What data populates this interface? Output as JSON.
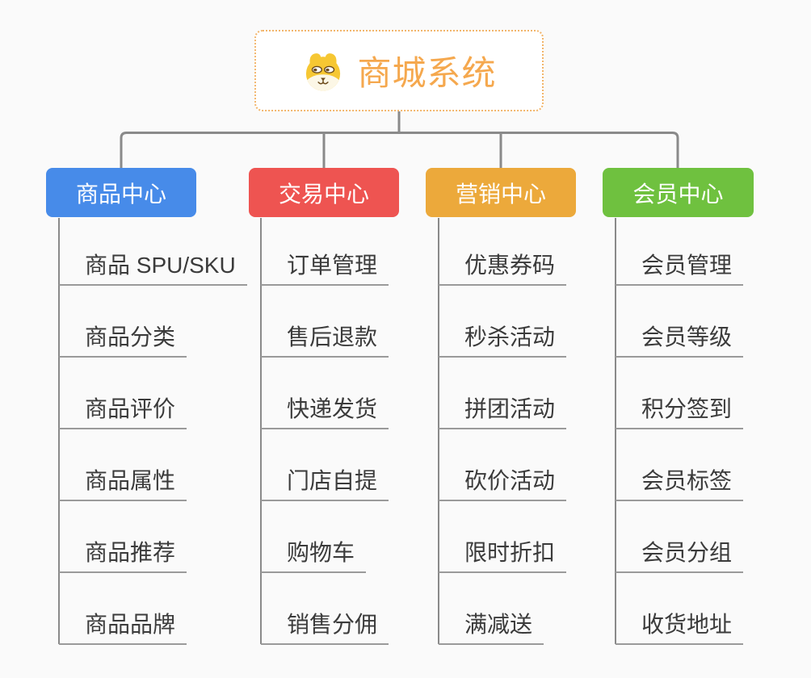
{
  "root": {
    "label": "商城系统",
    "icon": "dog-face-icon",
    "text_color": "#F5A84E",
    "border_color": "#F2B56B"
  },
  "categories": [
    {
      "label": "商品中心",
      "color": "#478BE9",
      "items": [
        "商品 SPU/SKU",
        "商品分类",
        "商品评价",
        "商品属性",
        "商品推荐",
        "商品品牌"
      ]
    },
    {
      "label": "交易中心",
      "color": "#EE5451",
      "items": [
        "订单管理",
        "售后退款",
        "快递发货",
        "门店自提",
        "购物车",
        "销售分佣"
      ]
    },
    {
      "label": "营销中心",
      "color": "#ECA93B",
      "items": [
        "优惠券码",
        "秒杀活动",
        "拼团活动",
        "砍价活动",
        "限时折扣",
        "满减送"
      ]
    },
    {
      "label": "会员中心",
      "color": "#6FC13F",
      "items": [
        "会员管理",
        "会员等级",
        "积分签到",
        "会员标签",
        "会员分组",
        "收货地址"
      ]
    }
  ],
  "colors": {
    "background": "#FAFAFA",
    "connector_line": "#8A8A8A",
    "item_underline": "#9A9A9A",
    "item_text": "#3B3B3B"
  }
}
